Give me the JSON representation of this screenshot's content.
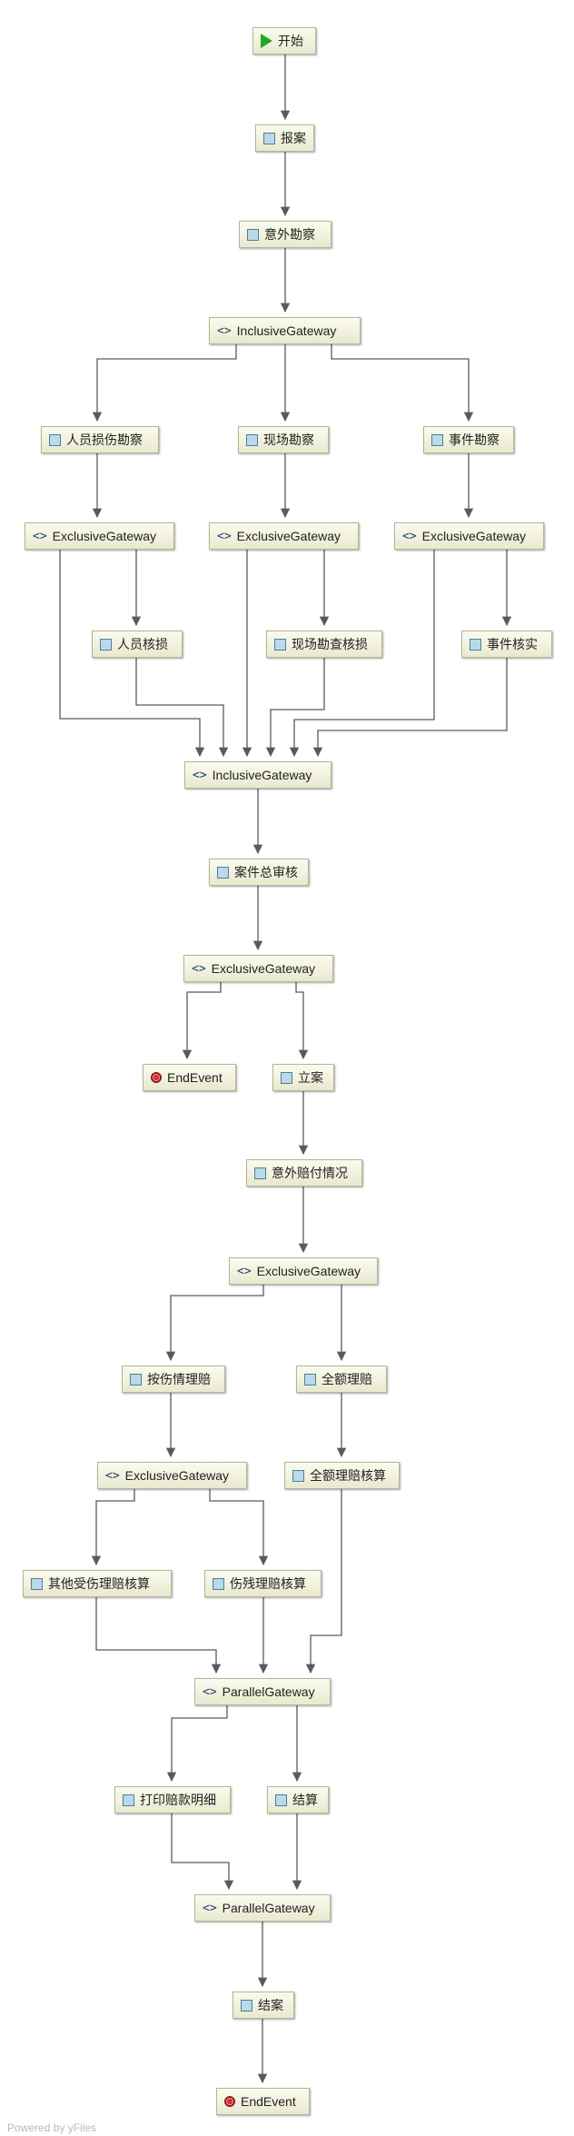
{
  "nodes": {
    "start": {
      "label": "开始",
      "icon": "start-icon"
    },
    "report": {
      "label": "报案",
      "icon": "task-icon"
    },
    "accident_survey": {
      "label": "意外勘察",
      "icon": "task-icon"
    },
    "igw1": {
      "label": "InclusiveGateway",
      "icon": "gateway-icon"
    },
    "person_survey": {
      "label": "人员损伤勘察",
      "icon": "task-icon"
    },
    "scene_survey": {
      "label": "现场勘察",
      "icon": "task-icon"
    },
    "event_survey": {
      "label": "事件勘察",
      "icon": "task-icon"
    },
    "egw_a": {
      "label": "ExclusiveGateway",
      "icon": "gateway-icon"
    },
    "egw_b": {
      "label": "ExclusiveGateway",
      "icon": "gateway-icon"
    },
    "egw_c": {
      "label": "ExclusiveGateway",
      "icon": "gateway-icon"
    },
    "person_verify": {
      "label": "人员核损",
      "icon": "task-icon"
    },
    "scene_verify": {
      "label": "现场勘查核损",
      "icon": "task-icon"
    },
    "event_verify": {
      "label": "事件核实",
      "icon": "task-icon"
    },
    "igw2": {
      "label": "InclusiveGateway",
      "icon": "gateway-icon"
    },
    "case_review": {
      "label": "案件总审核",
      "icon": "task-icon"
    },
    "egw2": {
      "label": "ExclusiveGateway",
      "icon": "gateway-icon"
    },
    "end1": {
      "label": "EndEvent",
      "icon": "end-icon"
    },
    "file_case": {
      "label": "立案",
      "icon": "task-icon"
    },
    "payout_status": {
      "label": "意外赔付情况",
      "icon": "task-icon"
    },
    "egw3": {
      "label": "ExclusiveGateway",
      "icon": "gateway-icon"
    },
    "injury_claim": {
      "label": "按伤情理赔",
      "icon": "task-icon"
    },
    "full_claim": {
      "label": "全额理赔",
      "icon": "task-icon"
    },
    "egw4": {
      "label": "ExclusiveGateway",
      "icon": "gateway-icon"
    },
    "full_claim_verify": {
      "label": "全额理赔核算",
      "icon": "task-icon"
    },
    "other_injury_verify": {
      "label": "其他受伤理赔核算",
      "icon": "task-icon"
    },
    "disability_verify": {
      "label": "伤残理赔核算",
      "icon": "task-icon"
    },
    "pgw1": {
      "label": "ParallelGateway",
      "icon": "gateway-icon"
    },
    "print_details": {
      "label": "打印赔款明细",
      "icon": "task-icon"
    },
    "settle": {
      "label": "结算",
      "icon": "task-icon"
    },
    "pgw2": {
      "label": "ParallelGateway",
      "icon": "gateway-icon"
    },
    "close_case": {
      "label": "结案",
      "icon": "task-icon"
    },
    "end2": {
      "label": "EndEvent",
      "icon": "end-icon"
    }
  },
  "colors": {
    "edge": "#5a5a5a",
    "node_border": "#b5b59a",
    "start": "#23a825",
    "end": "#c02020",
    "gateway_icon": "#1f3d6e"
  },
  "footer": {
    "credit": "Powered by yFiles"
  }
}
